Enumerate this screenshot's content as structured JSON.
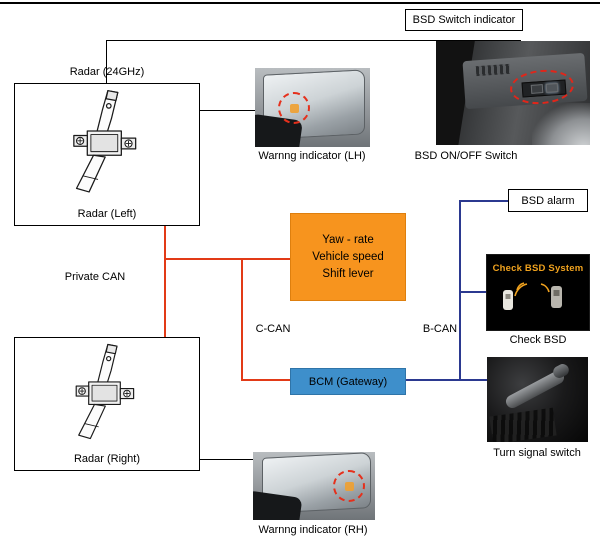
{
  "colors": {
    "yaw_box_bg": "#F7941E",
    "bcm_box_bg": "#3E8FCB",
    "private_c_can_line": "#E23A17",
    "b_can_line": "#2B3990",
    "black_line": "#000000",
    "display_text_color": "#F0A21E",
    "indicator_circle": "#E0261A"
  },
  "top_right": {
    "bsd_switch_indicator_label": "BSD Switch indicator",
    "bsd_onoff_switch_label": "BSD ON/OFF Switch"
  },
  "radars": {
    "radar_24ghz_label": "Radar (24GHz)",
    "radar_left_label": "Radar (Left)",
    "radar_right_label": "Radar (Right)",
    "private_can_label": "Private CAN"
  },
  "mirrors": {
    "warning_lh_label": "Warnng indicator (LH)",
    "warning_rh_label": "Warnng indicator (RH)"
  },
  "center": {
    "yaw_box_lines": [
      "Yaw - rate",
      "Vehicle speed",
      "Shift lever"
    ],
    "bcm_label": "BCM (Gateway)",
    "c_can_label": "C-CAN",
    "b_can_label": "B-CAN"
  },
  "right": {
    "bsd_alarm_label": "BSD alarm",
    "check_bsd_display_text": "Check BSD System",
    "check_bsd_label": "Check BSD",
    "turn_signal_label": "Turn signal switch"
  }
}
